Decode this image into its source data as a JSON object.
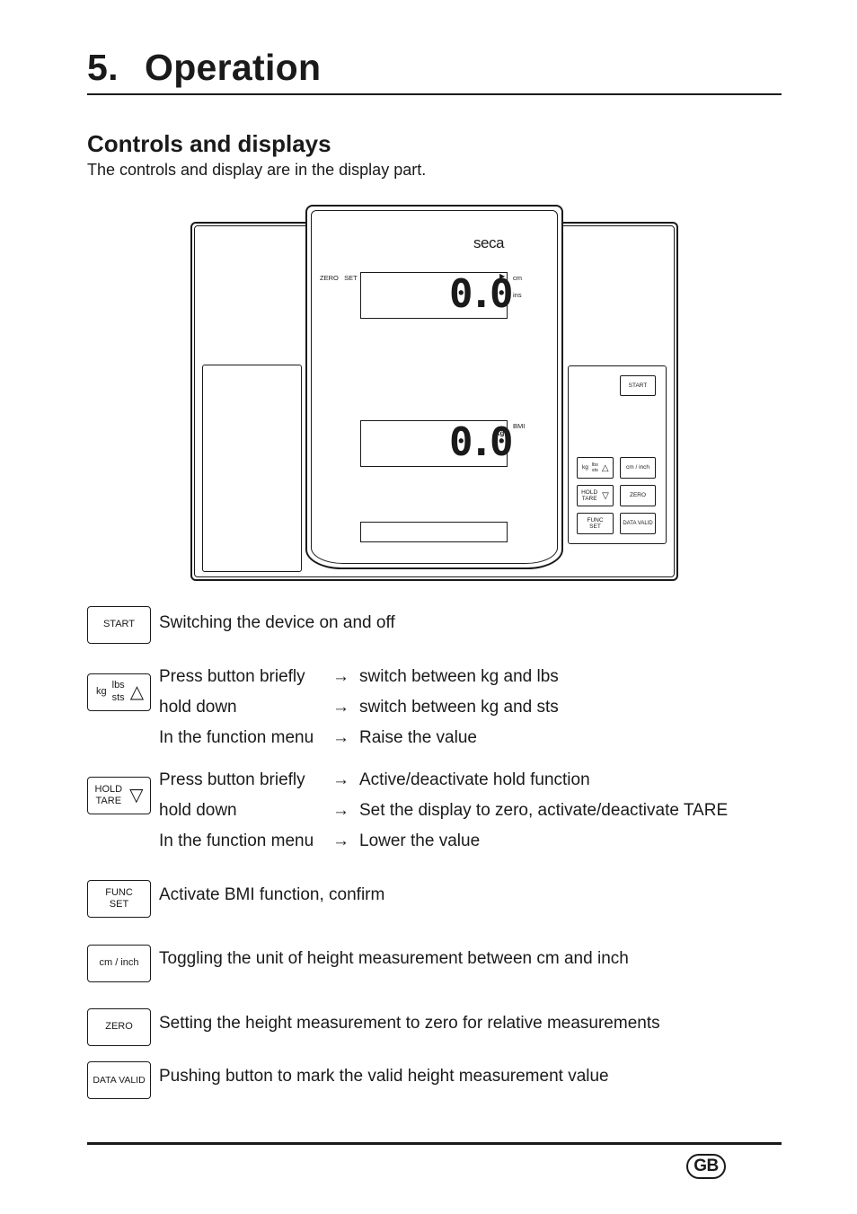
{
  "heading": {
    "number": "5.",
    "title": "Operation"
  },
  "section": {
    "title": "Controls and displays",
    "intro": "The controls and display are in the display part."
  },
  "device": {
    "brand": "seca",
    "top_display": {
      "value": "0.0",
      "left_labels": "ZERO   SET",
      "marker": "▶",
      "unit_cm": "cm",
      "unit_ins": "ins"
    },
    "bottom_display": {
      "value": "0.0",
      "unit_kg": "kg",
      "unit_bmi": "BMI"
    },
    "buttons": {
      "start": "START",
      "kg": "kg",
      "lbs": "lbs",
      "sts": "sts",
      "cm_inch": "cm / inch",
      "hold": "HOLD",
      "tare": "TARE",
      "zero": "ZERO",
      "func": "FUNC",
      "set": "SET",
      "data_valid": "DATA VALID"
    }
  },
  "legend": {
    "start": {
      "button": "START",
      "text": "Switching the device on and off"
    },
    "kg": {
      "kg": "kg",
      "lbs": "lbs",
      "sts": "sts",
      "rows": [
        {
          "action": "Press button briefly",
          "result": "switch between kg and lbs"
        },
        {
          "action": "hold down",
          "result": "switch between kg and sts"
        },
        {
          "action": "In the function menu",
          "result": "Raise the value"
        }
      ]
    },
    "hold": {
      "hold": "HOLD",
      "tare": "TARE",
      "rows": [
        {
          "action": "Press button briefly",
          "result": "Active/deactivate hold function"
        },
        {
          "action": "hold down",
          "result": "Set the display to zero, activate/deactivate TARE"
        },
        {
          "action": "In the function menu",
          "result": "Lower the value"
        }
      ]
    },
    "func": {
      "func": "FUNC",
      "set": "SET",
      "text": "Activate BMI function, confirm"
    },
    "cm_inch": {
      "button": "cm / inch",
      "text": "Toggling the unit of height measurement between cm and inch"
    },
    "zero": {
      "button": "ZERO",
      "text": "Setting the height measurement to zero for relative measurements"
    },
    "data_valid": {
      "button": "DATA VALID",
      "text": "Pushing button to mark the valid height measurement value"
    },
    "arrow": "→"
  },
  "footer": {
    "badge": "GB"
  }
}
